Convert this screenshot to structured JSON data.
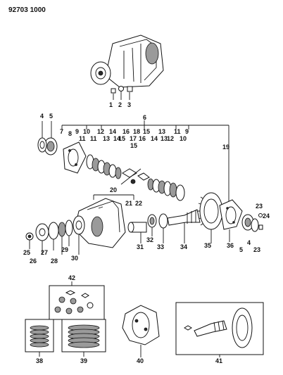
{
  "header": {
    "code": "92703 1000"
  },
  "callouts": {
    "c1": "1",
    "c2": "2",
    "c3": "3",
    "c4": "4",
    "c4b": "4",
    "c5": "5",
    "c5b": "5",
    "c6": "6",
    "c7": "7",
    "c8": "8",
    "c9": "9",
    "c9b": "9",
    "c10": "10",
    "c10b": "10",
    "c11": "11",
    "c11b": "11",
    "c11c": "11",
    "c12": "12",
    "c12b": "12",
    "c13": "13",
    "c13b": "13",
    "c13c": "13",
    "c14": "14",
    "c14b": "14",
    "c15": "15",
    "c15b": "15",
    "c15c": "15",
    "c16": "16",
    "c16b": "16",
    "c17": "17",
    "c18": "18",
    "c19": "19",
    "c20": "20",
    "c21": "21",
    "c22": "22",
    "c23": "23",
    "c23b": "23",
    "c24": "24",
    "c25": "25",
    "c26": "26",
    "c27": "27",
    "c28": "28",
    "c29": "29",
    "c30": "30",
    "c31": "31",
    "c32": "32",
    "c33": "33",
    "c34": "34",
    "c35": "35",
    "c36": "36",
    "c38": "38",
    "c39": "39",
    "c40": "40",
    "c41": "41",
    "c42": "42"
  }
}
